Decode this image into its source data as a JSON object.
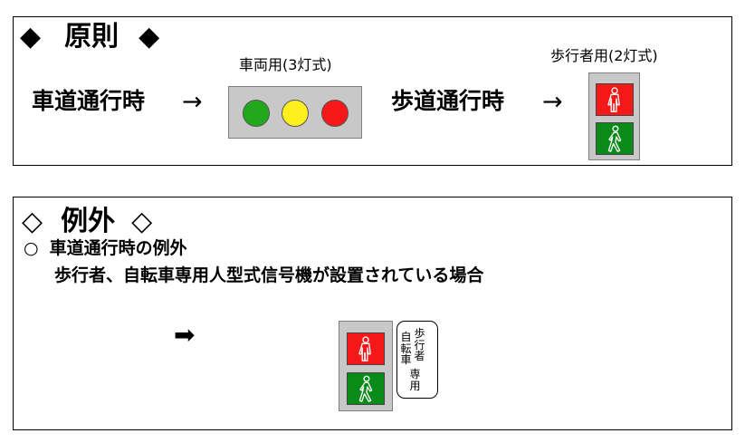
{
  "principle": {
    "heading_left_mark": "◆",
    "heading_text": "原則",
    "heading_right_mark": "◆",
    "vehicle_label": "車道通行時",
    "arrow1": "→",
    "vehicle_signal_caption": "車両用(3灯式)",
    "vehicle_lamp_colors": [
      "#22a81c",
      "#ffef1f",
      "#f51818"
    ],
    "pedestrian_label": "歩道通行時",
    "arrow2": "→",
    "pedestrian_signal_caption": "歩行者用(2灯式)"
  },
  "exception": {
    "heading_left_mark": "◇",
    "heading_text": "例外",
    "heading_right_mark": "◇",
    "bullet_mark": "○",
    "bullet_text": "車道通行時の例外",
    "description": "歩行者、自転車専用人型式信号機が設置されている場合",
    "arrow": "➡",
    "plate_right_column": [
      "歩",
      "行",
      "者"
    ],
    "plate_left_column": [
      "自",
      "転",
      "車"
    ],
    "plate_bottom": [
      "専",
      "用"
    ]
  },
  "colors": {
    "signal_red": "#f51818",
    "signal_green": "#0a8a19",
    "housing": "#c8c8c8"
  }
}
